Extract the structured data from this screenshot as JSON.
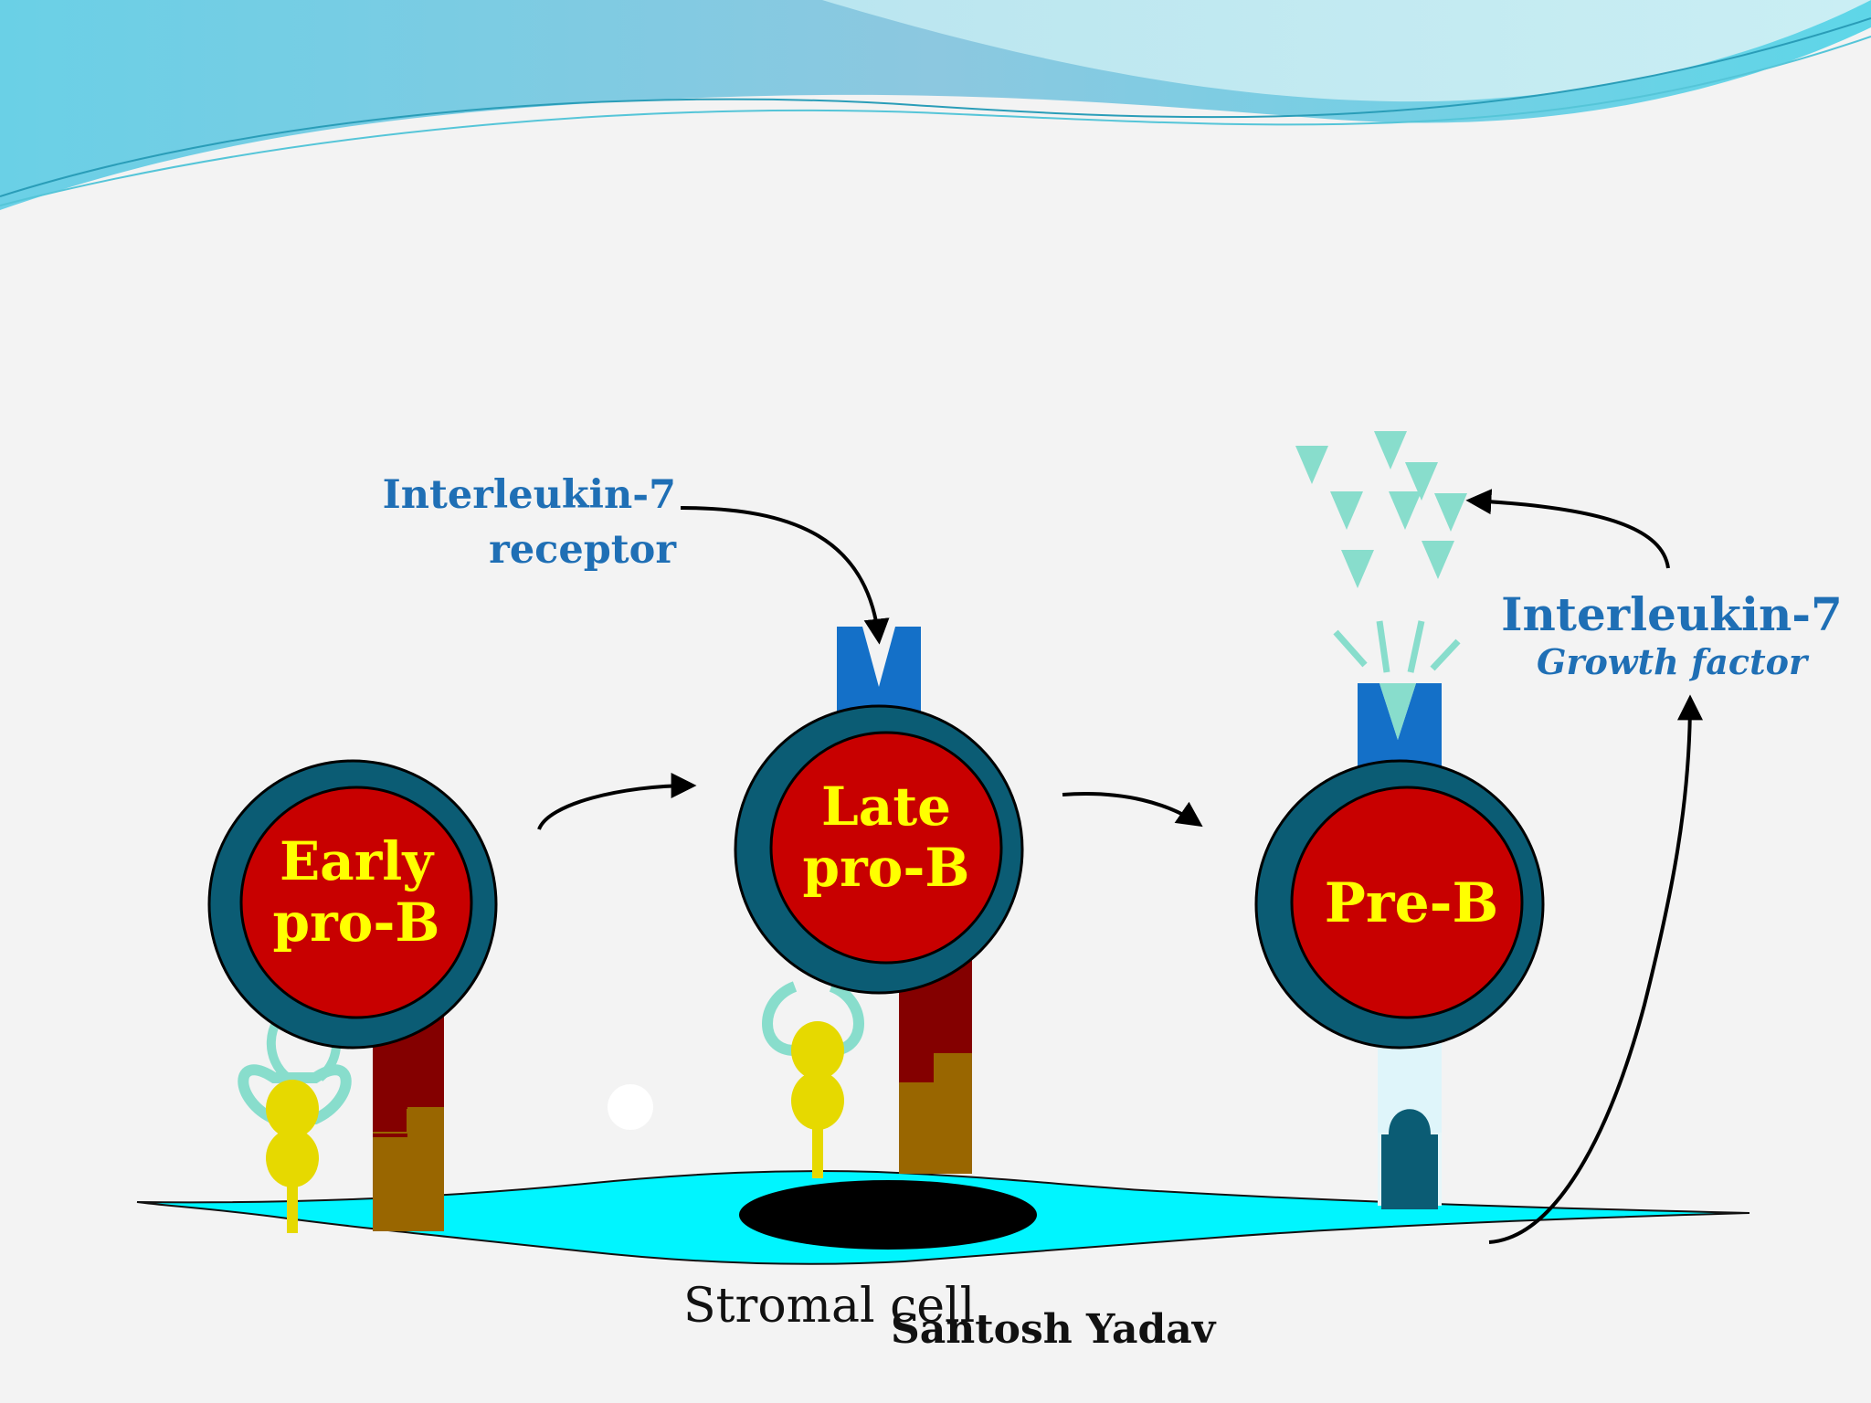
{
  "diagram": {
    "il7_receptor_label": {
      "line1": "Interleukin-7",
      "line2": "receptor"
    },
    "il7_growth_label": {
      "line1": "Interleukin-7",
      "line2": "Growth factor"
    },
    "cells": [
      {
        "line1": "Early",
        "line2": "pro-B"
      },
      {
        "line1": "Late",
        "line2": "pro-B"
      },
      {
        "line1": "Pre-B"
      }
    ],
    "stromal_label": "Stromal cell",
    "author": "Santosh Yadav"
  },
  "colors": {
    "background": "#f3f3f3",
    "label_blue": "#1f6fb5",
    "cell_text": "#ffff00",
    "nucleus": "#c80000",
    "membrane": "#0b5c74",
    "stromal": "#00f5ff",
    "receptor": "#1470c8",
    "il7": "#88ddcc"
  }
}
